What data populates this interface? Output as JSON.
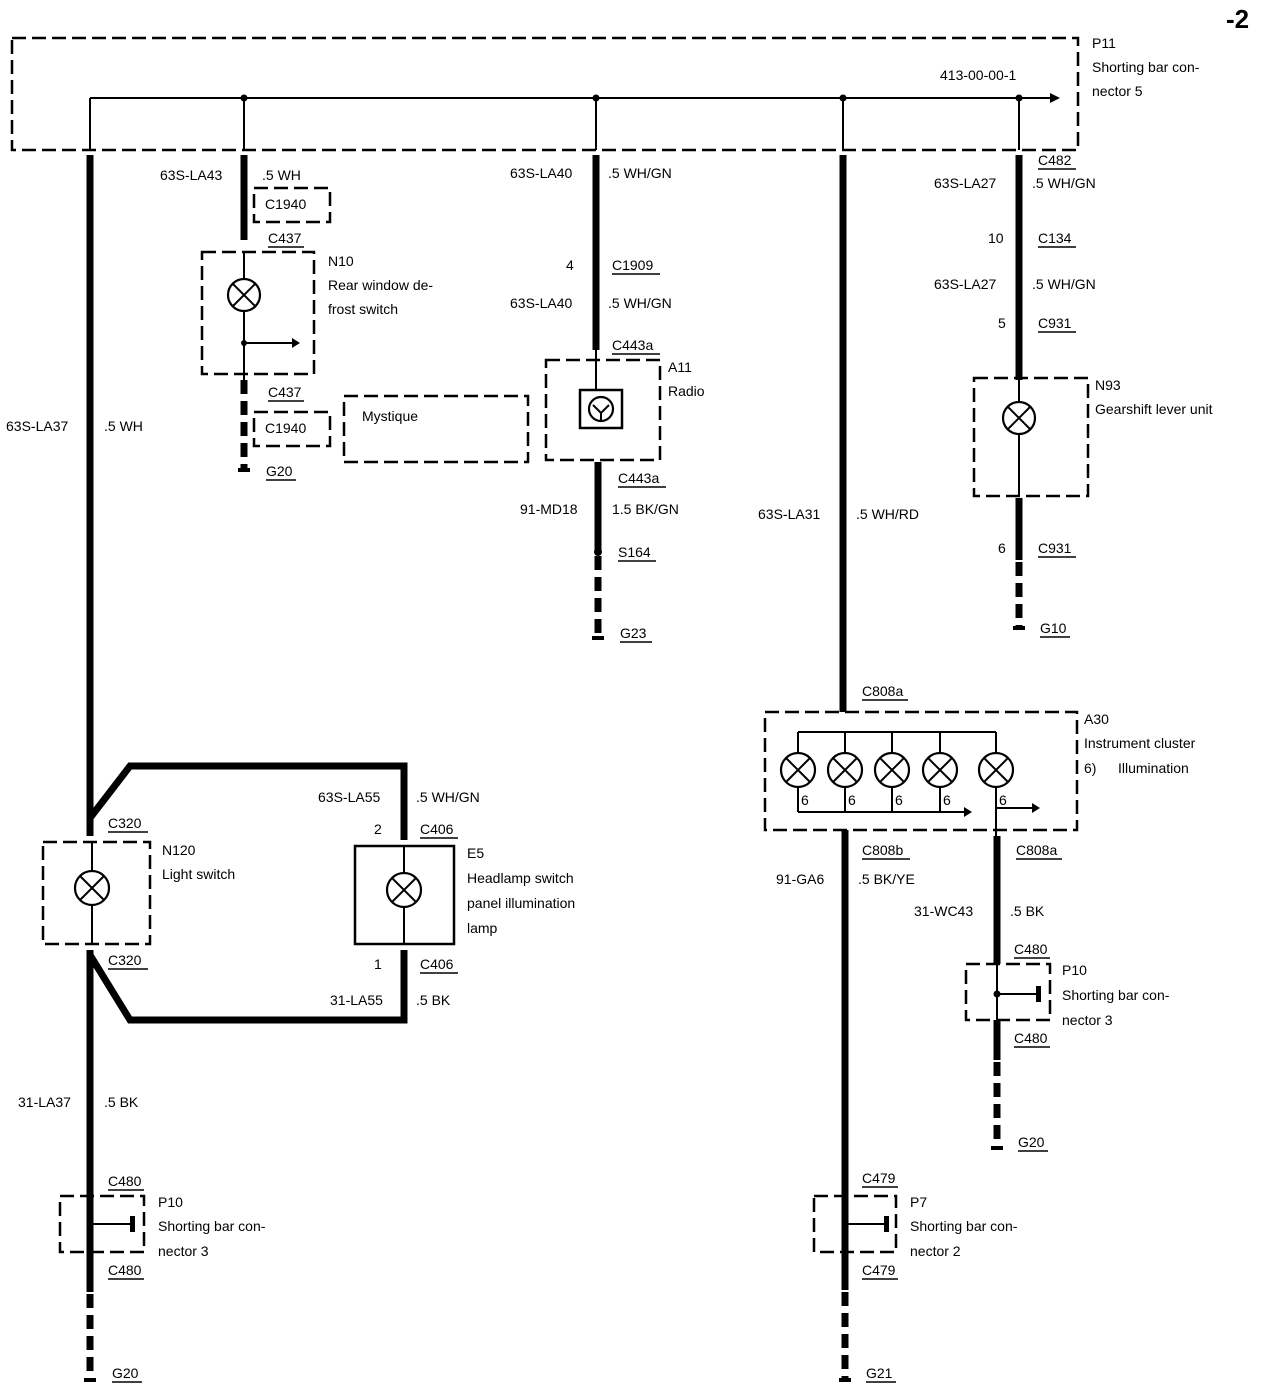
{
  "page_marker": "-2",
  "ref_code": "413-00-00-1",
  "p11": {
    "id": "P11",
    "desc1": "Shorting bar con-",
    "desc2": "nector 5"
  },
  "wires": {
    "la43_code": "63S-LA43",
    "la43_spec": ".5 WH",
    "la40_code": "63S-LA40",
    "la40_spec": ".5 WH/GN",
    "la40b_code": "63S-LA40",
    "la40b_spec": ".5 WH/GN",
    "la27a_code": "63S-LA27",
    "la27a_spec": ".5 WH/GN",
    "la27b_code": "63S-LA27",
    "la27b_spec": ".5 WH/GN",
    "la37_code": "63S-LA37",
    "la37_spec": ".5 WH",
    "md18_code": "91-MD18",
    "md18_spec": "1.5 BK/GN",
    "la31_code": "63S-LA31",
    "la31_spec": ".5 WH/RD",
    "la55a_code": "63S-LA55",
    "la55a_spec": ".5 WH/GN",
    "la55b_code": "31-LA55",
    "la55b_spec": ".5 BK",
    "ga6_code": "91-GA6",
    "ga6_spec": ".5 BK/YE",
    "wc43_code": "31-WC43",
    "wc43_spec": ".5 BK",
    "la37b_code": "31-LA37",
    "la37b_spec": ".5 BK"
  },
  "connectors": {
    "c1940_top": "C1940",
    "c437_top": "C437",
    "c437_bot": "C437",
    "c1940_bot": "C1940",
    "c1909": "C1909",
    "c1909_pin": "4",
    "c443a_top": "C443a",
    "c443a_bot": "C443a",
    "c482": "C482",
    "c134": "C134",
    "c134_pin": "10",
    "c931_top": "C931",
    "c931_top_pin": "5",
    "c931_bot": "C931",
    "c931_bot_pin": "6",
    "s164": "S164",
    "c320_top": "C320",
    "c320_bot": "C320",
    "c406_top": "C406",
    "c406_top_pin": "2",
    "c406_bot": "C406",
    "c406_bot_pin": "1",
    "c808a_top": "C808a",
    "c808b": "C808b",
    "c808a_right": "C808a",
    "c480_right_top": "C480",
    "c480_right_bot": "C480",
    "c480_left_top": "C480",
    "c480_left_bot": "C480",
    "c479_top": "C479",
    "c479_bot": "C479"
  },
  "grounds": {
    "g20_n10": "G20",
    "g23": "G23",
    "g10": "G10",
    "g20_right": "G20",
    "g20_left": "G20",
    "g21": "G21"
  },
  "components": {
    "n10": {
      "id": "N10",
      "desc1": "Rear window de-",
      "desc2": "frost switch"
    },
    "mystique": {
      "label": "Mystique"
    },
    "a11": {
      "id": "A11",
      "desc1": "Radio"
    },
    "n93": {
      "id": "N93",
      "desc1": "Gearshift lever unit"
    },
    "a30": {
      "id": "A30",
      "desc1": "Instrument cluster",
      "desc2_num": "6)",
      "desc2": "Illumination"
    },
    "n120": {
      "id": "N120",
      "desc1": "Light switch"
    },
    "e5": {
      "id": "E5",
      "desc1": "Headlamp switch",
      "desc2": "panel illumination",
      "desc3": "lamp"
    },
    "p10_right": {
      "id": "P10",
      "desc1": "Shorting bar con-",
      "desc2": "nector 3"
    },
    "p10_left": {
      "id": "P10",
      "desc1": "Shorting bar con-",
      "desc2": "nector 3"
    },
    "p7": {
      "id": "P7",
      "desc1": "Shorting bar con-",
      "desc2": "nector 2"
    }
  },
  "a30_pins": [
    "6",
    "6",
    "6",
    "6",
    "6"
  ]
}
